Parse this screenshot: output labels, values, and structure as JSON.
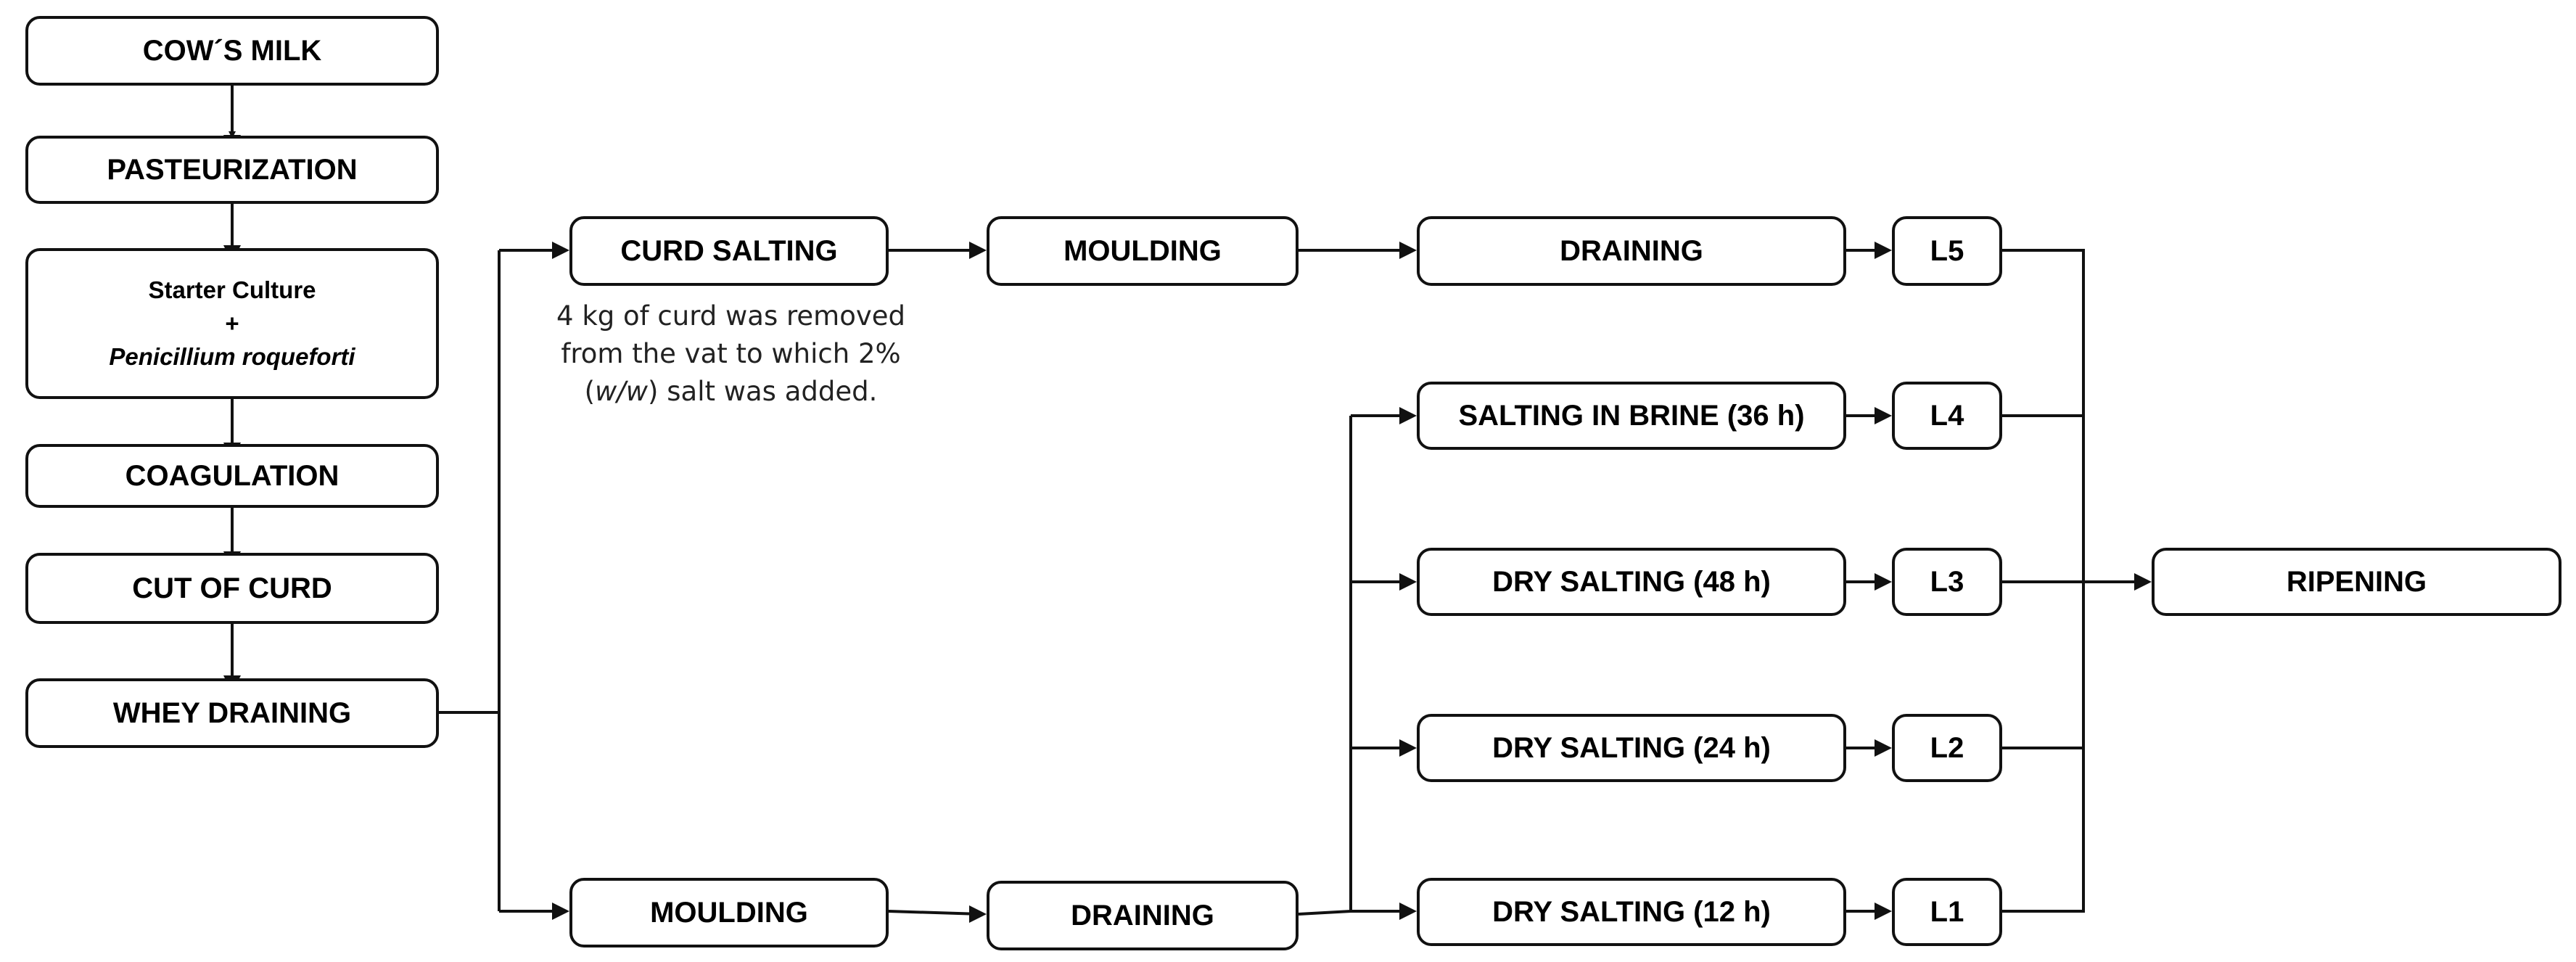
{
  "main_column": {
    "cows_milk": "COW´S MILK",
    "pasteurization": "PASTEURIZATION",
    "starter": {
      "line1": "Starter Culture",
      "line2": "+",
      "line3": "Penicillium roqueforti"
    },
    "coagulation": "COAGULATION",
    "cut_of_curd": "CUT OF CURD",
    "whey_draining": "WHEY DRAINING"
  },
  "upper_branch": {
    "curd_salting": "CURD SALTING",
    "moulding": "MOULDING",
    "draining": "DRAINING",
    "lot": "L5",
    "note": {
      "line1": "4 kg of curd was removed",
      "line2": "from the vat to which 2%",
      "line3_pre": "(",
      "line3_italic": "w/w",
      "line3_post": ") salt was added."
    }
  },
  "lower_branch": {
    "moulding": "MOULDING",
    "draining": "DRAINING"
  },
  "salting_options": [
    {
      "label": "SALTING IN BRINE (36 h)",
      "lot": "L4"
    },
    {
      "label": "DRY SALTING (48 h)",
      "lot": "L3"
    },
    {
      "label": "DRY SALTING (24 h)",
      "lot": "L2"
    },
    {
      "label": "DRY SALTING (12 h)",
      "lot": "L1"
    }
  ],
  "final_step": "RIPENING"
}
